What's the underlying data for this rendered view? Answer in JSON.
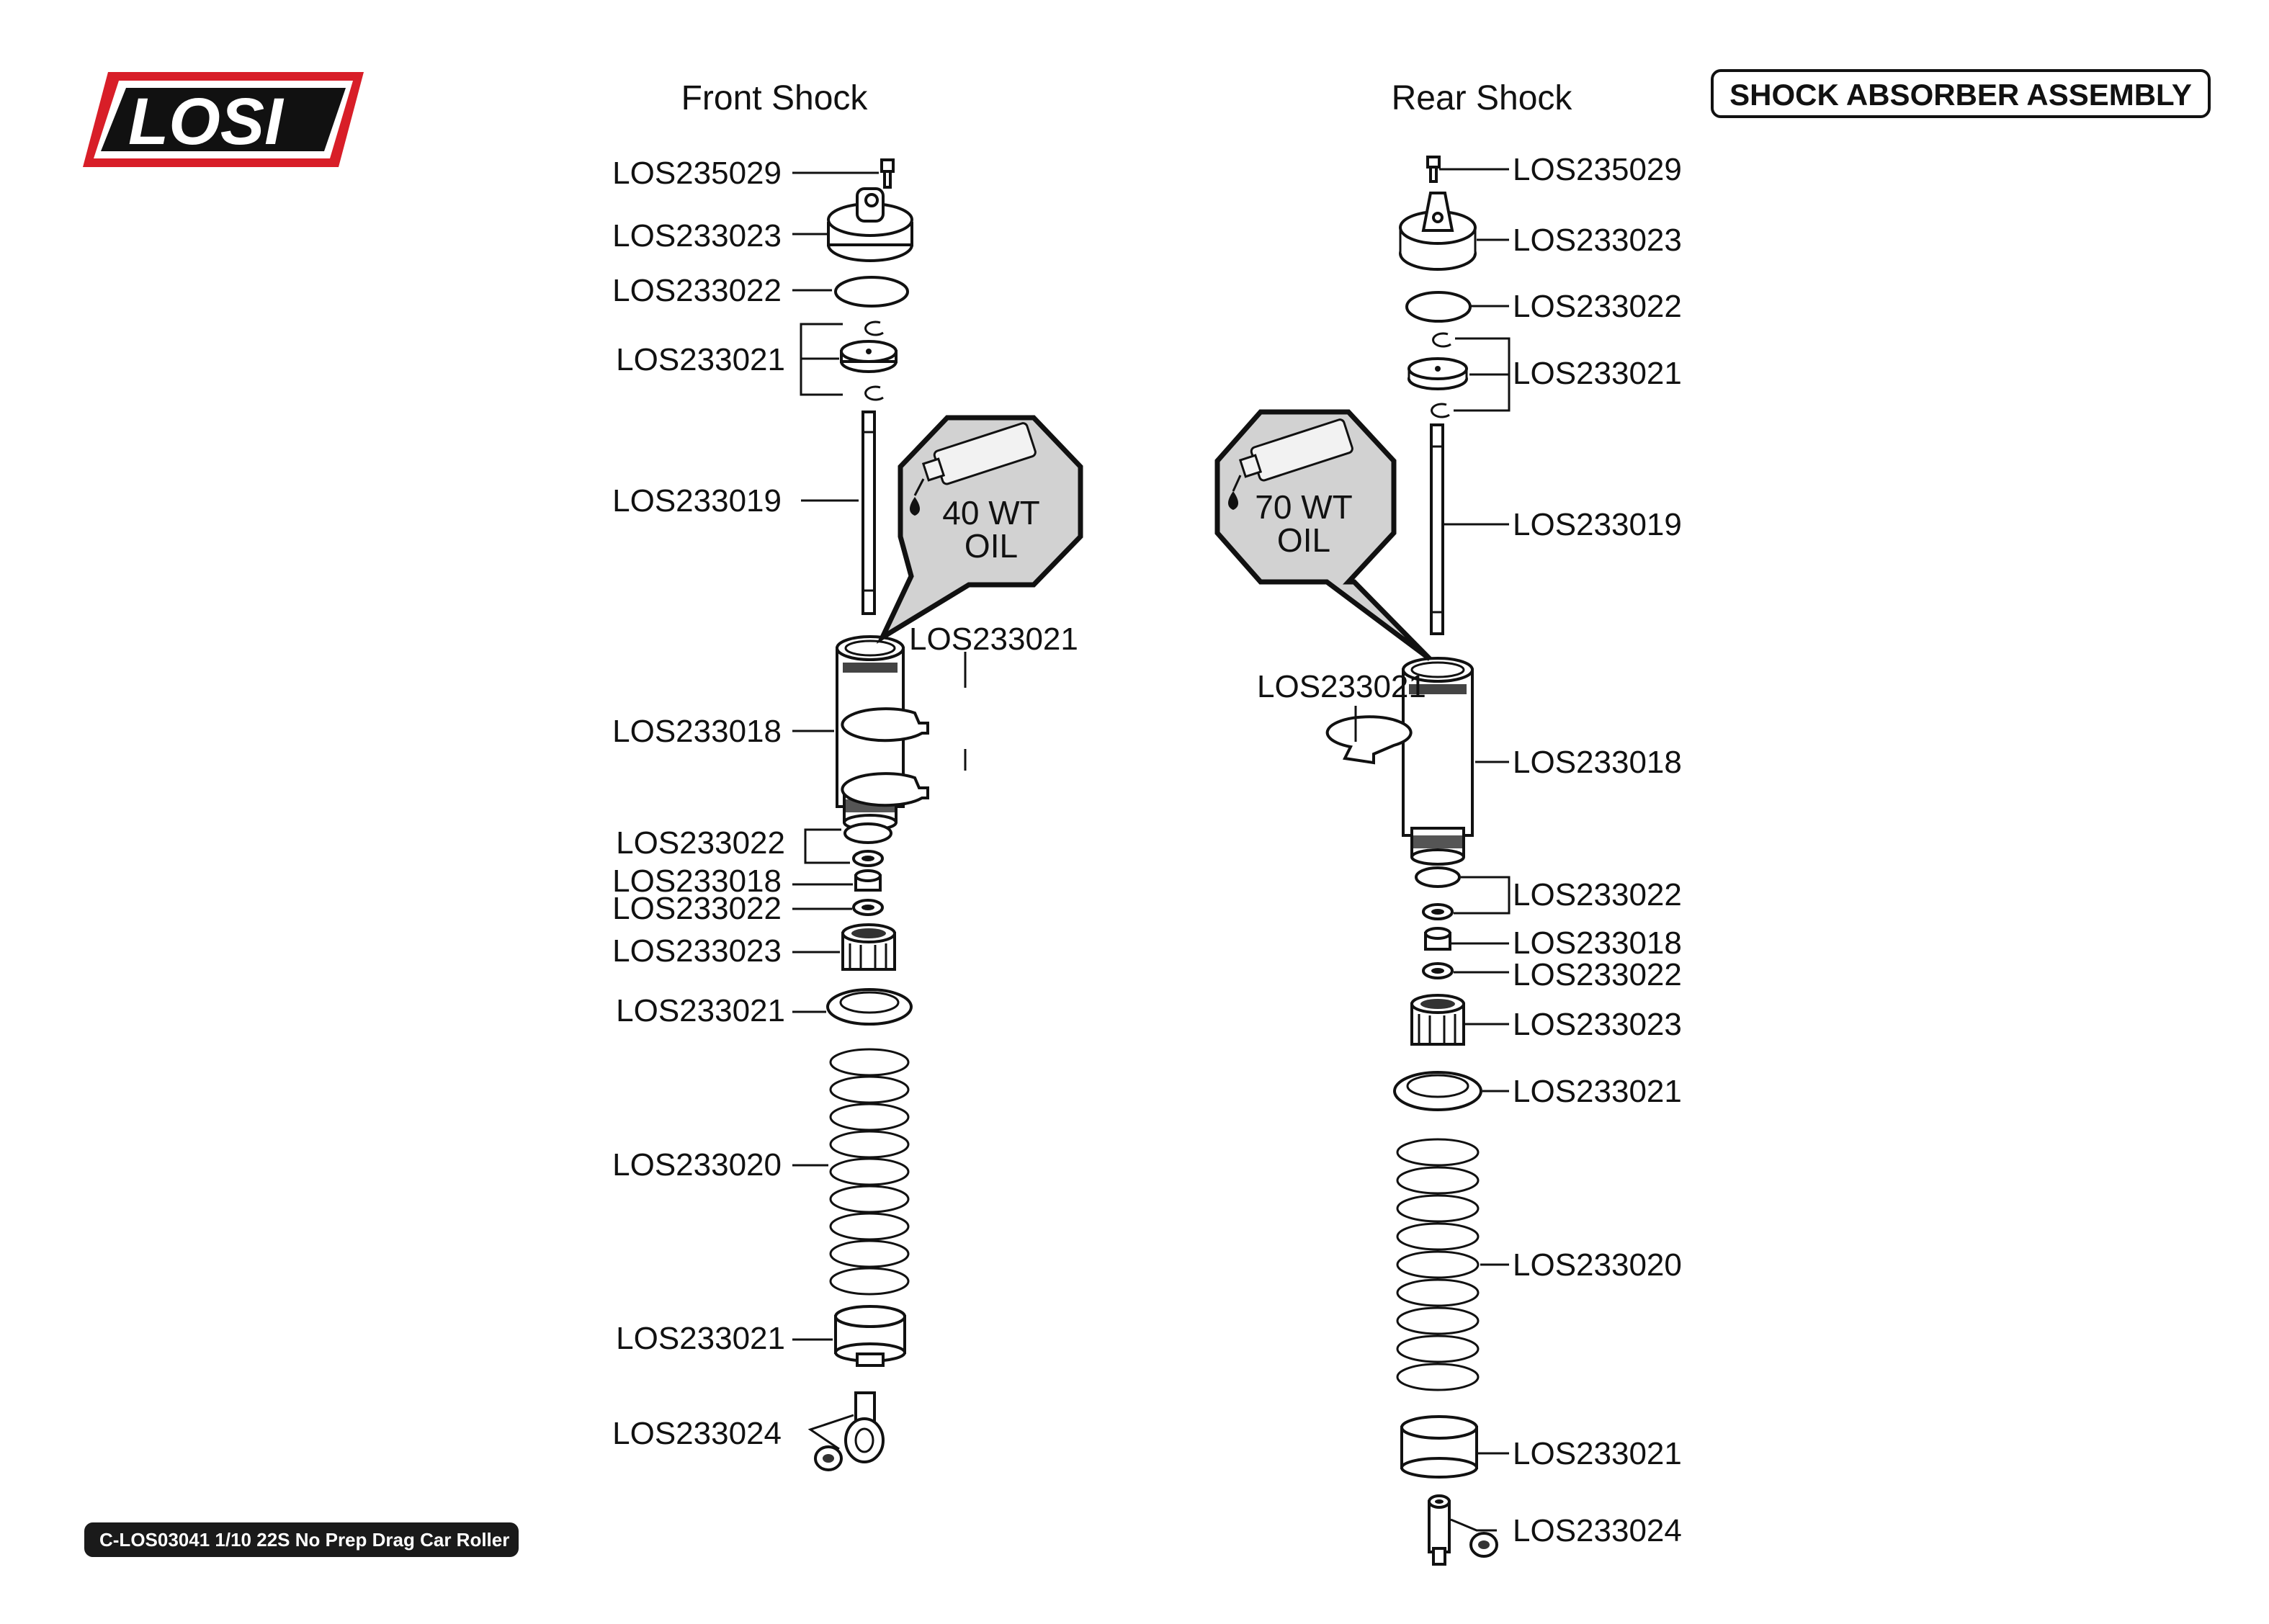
{
  "brand": {
    "logo_text": "LOSI"
  },
  "header": {
    "title": "SHOCK ABSORBER ASSEMBLY"
  },
  "footer": {
    "caption": "C-LOS03041 1/10 22S No Prep Drag Car Roller"
  },
  "front": {
    "heading": "Front Shock",
    "oil_line1": "40 WT",
    "oil_line2": "OIL",
    "labels": [
      "LOS235029",
      "LOS233023",
      "LOS233022",
      "LOS233021",
      "LOS233019",
      "LOS233021",
      "LOS233018",
      "LOS233022",
      "LOS233018",
      "LOS233022",
      "LOS233023",
      "LOS233021",
      "LOS233020",
      "LOS233021",
      "LOS233024"
    ]
  },
  "rear": {
    "heading": "Rear Shock",
    "oil_line1": "70 WT",
    "oil_line2": "OIL",
    "labels": [
      "LOS235029",
      "LOS233023",
      "LOS233022",
      "LOS233021",
      "LOS233019",
      "LOS233021",
      "LOS233018",
      "LOS233022",
      "LOS233018",
      "LOS233022",
      "LOS233023",
      "LOS233021",
      "LOS233020",
      "LOS233021",
      "LOS233024"
    ]
  },
  "colors": {
    "logo_red": "#d81e28",
    "ink": "#111111",
    "oil_callout_fill": "#d2d2d2",
    "footer_bg": "#1a1a1a"
  }
}
